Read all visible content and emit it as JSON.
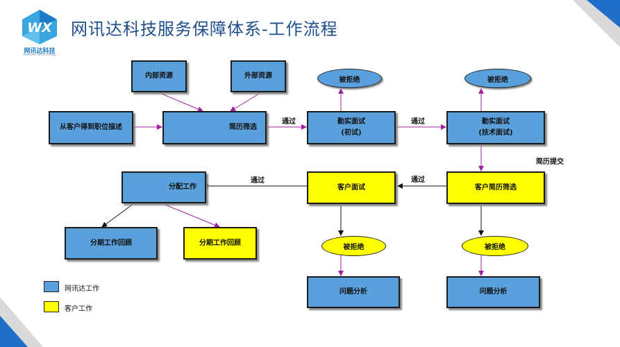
{
  "header": {
    "title": "网讯达科技服务保障体系-工作流程",
    "logo_text": "WX",
    "logo_name": "网讯达科技",
    "logo_sub": "netcom technology"
  },
  "nodes": {
    "internal": "内部资源",
    "external": "外部资源",
    "job_desc": "从客户得到职位描述",
    "screening": "简历筛选",
    "rejected_1": "被拒绝",
    "rejected_2": "被拒绝",
    "interview1_line1": "勤实面试",
    "interview1_line2": "(初试)",
    "interview2_line1": "勤实面试",
    "interview2_line2": "(技术面试)",
    "assign": "分配工作",
    "client_interview": "客户面试",
    "client_screening": "客户简历筛选",
    "review_1": "分期工作回顾",
    "review_2": "分期工作回顾",
    "rejected_3": "被拒绝",
    "rejected_4": "被拒绝",
    "analysis_1": "问题分析",
    "analysis_2": "问题分析"
  },
  "labels": {
    "pass_1": "通过",
    "pass_2": "通过",
    "pass_3": "通过",
    "pass_4": "通过",
    "resume_submit": "简历提交"
  },
  "legend": {
    "ours": "网讯达工作",
    "client": "客户工作"
  },
  "colors": {
    "blue_box": "#5aa0dc",
    "yellow_box": "#ffff00",
    "arrow_purple": "#a020a0",
    "arrow_black": "#111111",
    "title": "#1e4f8c",
    "corner_accent": "#1f6fc8"
  }
}
